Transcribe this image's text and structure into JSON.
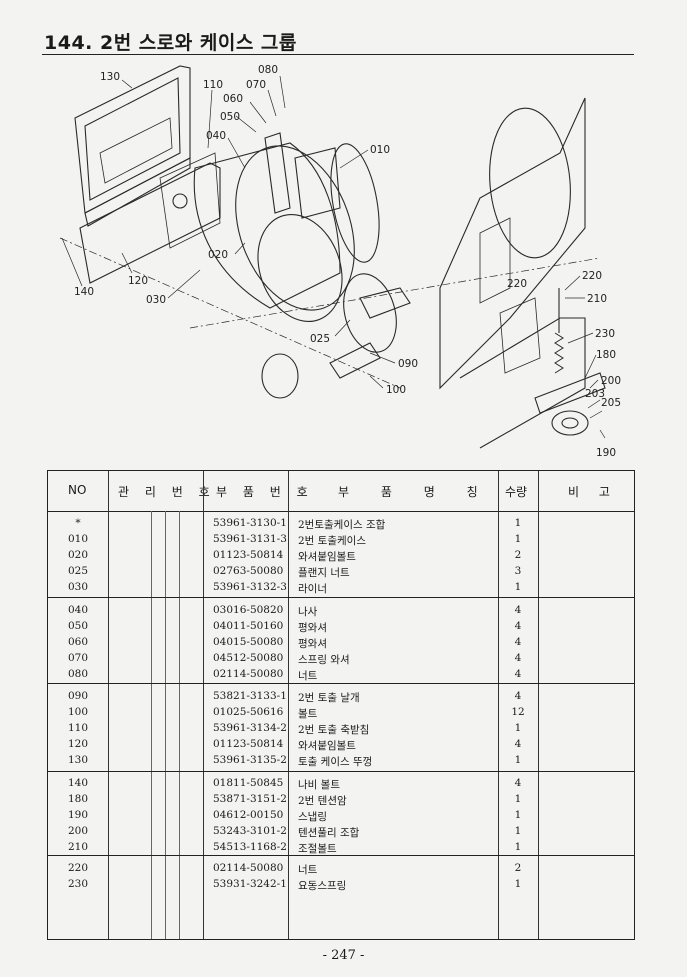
{
  "page": {
    "title": "144. 2번 스로와 케이스 그룹",
    "page_number": "- 247 -"
  },
  "diagram": {
    "callouts": [
      "130",
      "110",
      "080",
      "070",
      "060",
      "050",
      "040",
      "010",
      "020",
      "030",
      "120",
      "140",
      "025",
      "090",
      "100",
      "220",
      "220",
      "210",
      "230",
      "180",
      "200",
      "203",
      "205",
      "190"
    ]
  },
  "table": {
    "headers": {
      "no": "NO",
      "mgmt": "관 리 번 호",
      "part_no": "부 품 번 호",
      "part_name": "부 품 명 칭",
      "qty": "수량",
      "remarks": "비 고"
    },
    "groups": [
      [
        {
          "no": "*",
          "part_no": "53961-3130-1",
          "name": "2번토출케이스 조합",
          "qty": "1"
        },
        {
          "no": "010",
          "part_no": "53961-3131-3",
          "name": "2번 토출케이스",
          "qty": "1"
        },
        {
          "no": "020",
          "part_no": "01123-50814",
          "name": "와셔붙임볼트",
          "qty": "2"
        },
        {
          "no": "025",
          "part_no": "02763-50080",
          "name": "플랜지 너트",
          "qty": "3"
        },
        {
          "no": "030",
          "part_no": "53961-3132-3",
          "name": "라이너",
          "qty": "1"
        }
      ],
      [
        {
          "no": "040",
          "part_no": "03016-50820",
          "name": "나사",
          "qty": "4"
        },
        {
          "no": "050",
          "part_no": "04011-50160",
          "name": "평와셔",
          "qty": "4"
        },
        {
          "no": "060",
          "part_no": "04015-50080",
          "name": "평와셔",
          "qty": "4"
        },
        {
          "no": "070",
          "part_no": "04512-50080",
          "name": "스프링 와셔",
          "qty": "4"
        },
        {
          "no": "080",
          "part_no": "02114-50080",
          "name": "너트",
          "qty": "4"
        }
      ],
      [
        {
          "no": "090",
          "part_no": "53821-3133-1",
          "name": "2번 토출 날개",
          "qty": "4"
        },
        {
          "no": "100",
          "part_no": "01025-50616",
          "name": "볼트",
          "qty": "12"
        },
        {
          "no": "110",
          "part_no": "53961-3134-2",
          "name": "2번 토출 축받침",
          "qty": "1"
        },
        {
          "no": "120",
          "part_no": "01123-50814",
          "name": "와셔붙임볼트",
          "qty": "4"
        },
        {
          "no": "130",
          "part_no": "53961-3135-2",
          "name": "토출 케이스 뚜껑",
          "qty": "1"
        }
      ],
      [
        {
          "no": "140",
          "part_no": "01811-50845",
          "name": "나비 볼트",
          "qty": "4"
        },
        {
          "no": "180",
          "part_no": "53871-3151-2",
          "name": "2번 텐션암",
          "qty": "1"
        },
        {
          "no": "190",
          "part_no": "04612-00150",
          "name": "스냅링",
          "qty": "1"
        },
        {
          "no": "200",
          "part_no": "53243-3101-2",
          "name": "텐션풀리 조합",
          "qty": "1"
        },
        {
          "no": "210",
          "part_no": "54513-1168-2",
          "name": "조절볼트",
          "qty": "1"
        }
      ],
      [
        {
          "no": "220",
          "part_no": "02114-50080",
          "name": "너트",
          "qty": "2"
        },
        {
          "no": "230",
          "part_no": "53931-3242-1",
          "name": "요동스프링",
          "qty": "1"
        }
      ]
    ]
  }
}
